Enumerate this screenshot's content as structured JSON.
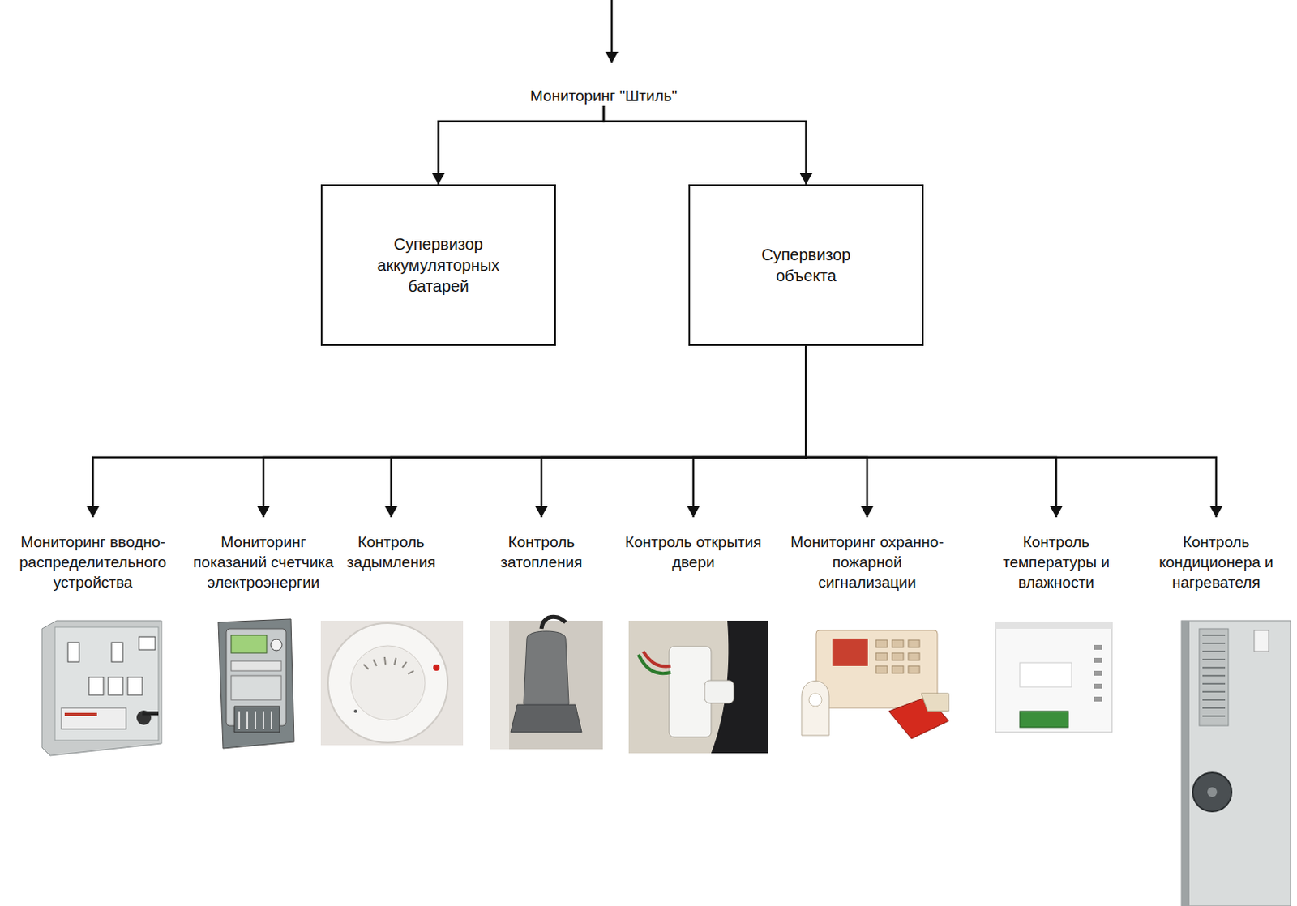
{
  "diagram": {
    "nodes": [
      {
        "text": [
          "Мониторинг \"Штиль\""
        ]
      },
      {
        "text": [
          "Супервизор аккумуляторных батарей"
        ]
      },
      {
        "text": [
          "Супервизор объекта"
        ]
      },
      {
        "text": [
          "Мониторинг вводно- распределительного устройства"
        ]
      },
      {
        "text": [
          "Мониторинг показаний счетчика электроэнергии"
        ]
      },
      {
        "text": [
          "Контроль задымления"
        ]
      },
      {
        "text": [
          "Контроль затопления"
        ]
      },
      {
        "text": [
          "Контроль открытия двери"
        ]
      },
      {
        "text": [
          "Мониторинг охранно-пожарной сигнализации"
        ]
      },
      {
        "text": [
          "Контроль температуры и влажности"
        ]
      },
      {
        "text": [
          "Контроль кондиционера и нагревателя"
        ]
      }
    ],
    "edges": [
      {
        "from": 0,
        "to": 1,
        "arrow": "to"
      },
      {
        "from": 0,
        "to": 2,
        "arrow": "to"
      },
      {
        "from": 2,
        "to": 3,
        "arrow": "to"
      },
      {
        "from": 2,
        "to": 4,
        "arrow": "to"
      },
      {
        "from": 2,
        "to": 5,
        "arrow": "to"
      },
      {
        "from": 2,
        "to": 6,
        "arrow": "to"
      },
      {
        "from": 2,
        "to": 7,
        "arrow": "to"
      },
      {
        "from": 2,
        "to": 8,
        "arrow": "to"
      },
      {
        "from": 2,
        "to": 9,
        "arrow": "to"
      },
      {
        "from": 2,
        "to": 10,
        "arrow": "to"
      }
    ]
  }
}
